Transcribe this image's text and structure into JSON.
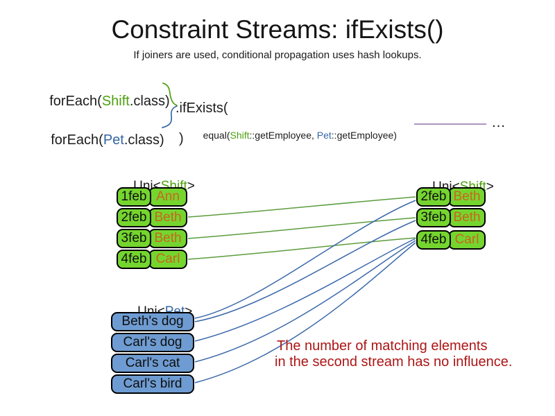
{
  "title": "Constraint Streams: ifExists()",
  "subtitle": "If joiners are used, conditional propagation uses hash lookups.",
  "code": {
    "foreach_shift": {
      "pre": "forEach(",
      "cls": "Shift",
      "post": ".class)"
    },
    "foreach_pet": {
      "pre": "forEach(",
      "cls": "Pet",
      "post": ".class)"
    },
    "if_exists": ".ifExists(",
    "equal": {
      "pre": "equal(",
      "cls1": "Shift",
      "mid": "::getEmployee, ",
      "cls2": "Pet",
      "post": "::getEmployee)"
    },
    "close_paren": ")",
    "ellipsis": "…"
  },
  "left_shift_table": {
    "label": {
      "pre": "Uni<",
      "cls": "Shift",
      "post": ">"
    },
    "rows": [
      {
        "date": "1feb",
        "name": "Ann"
      },
      {
        "date": "2feb",
        "name": "Beth"
      },
      {
        "date": "3feb",
        "name": "Beth"
      },
      {
        "date": "4feb",
        "name": "Carl"
      }
    ]
  },
  "right_shift_table": {
    "label": {
      "pre": "Uni<",
      "cls": "Shift",
      "post": ">"
    },
    "rows": [
      {
        "date": "2feb",
        "name": "Beth"
      },
      {
        "date": "3feb",
        "name": "Beth"
      },
      {
        "date": "4feb",
        "name": "Carl"
      }
    ]
  },
  "pet_table": {
    "label": {
      "pre": "Uni<",
      "cls": "Pet",
      "post": ">"
    },
    "rows": [
      {
        "name": "Beth's dog"
      },
      {
        "name": "Carl's dog"
      },
      {
        "name": "Carl's cat"
      },
      {
        "name": "Carl's bird"
      }
    ]
  },
  "note": {
    "line1": "The number of matching elements",
    "line2": "in the second stream has no influence."
  },
  "connections": {
    "shift_to_shift": [
      [
        "2feb Beth",
        "2feb Beth"
      ],
      [
        "3feb Beth",
        "3feb Beth"
      ],
      [
        "4feb Carl",
        "4feb Carl"
      ]
    ],
    "pet_to_shift": [
      [
        "Beth's dog",
        "2feb Beth"
      ],
      [
        "Beth's dog",
        "3feb Beth"
      ],
      [
        "Carl's dog",
        "4feb Carl"
      ],
      [
        "Carl's cat",
        "4feb Carl"
      ],
      [
        "Carl's bird",
        "4feb Carl"
      ]
    ]
  },
  "colors": {
    "class_green": "#4da00e",
    "class_blue": "#3465a4",
    "box_green": "#75d52f",
    "box_blue": "#6e9cd2",
    "name_orange": "#c9661e",
    "edge_green": "#5b9c3e",
    "edge_blue": "#3a68aa",
    "edge_purple": "#9070ad",
    "note_red": "#ad1515"
  }
}
